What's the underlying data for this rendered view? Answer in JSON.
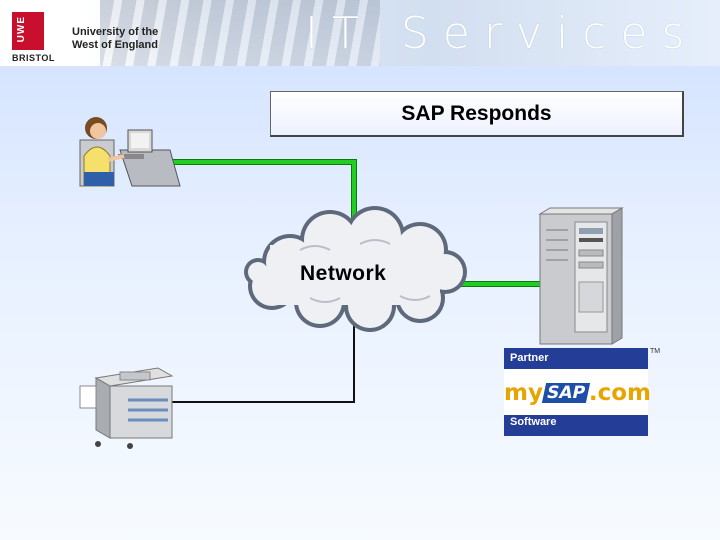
{
  "header": {
    "uwe_mark": "UWE",
    "city": "BRISTOL",
    "university_line1": "University of the",
    "university_line2": "West of England",
    "banner": "IT Services"
  },
  "slide": {
    "title": "SAP Responds",
    "network_label": "Network"
  },
  "partner_logo": {
    "top_label": "Partner",
    "brand_my": "my",
    "brand_sap": "SAP",
    "brand_com": ".com",
    "bottom_label": "Software",
    "tm": "TM"
  },
  "colors": {
    "active_link": "#22cc22",
    "link_outline": "#0a7a0a",
    "inactive_link": "#111111",
    "uwe_red": "#c8102e",
    "partner_blue": "#243d97"
  }
}
